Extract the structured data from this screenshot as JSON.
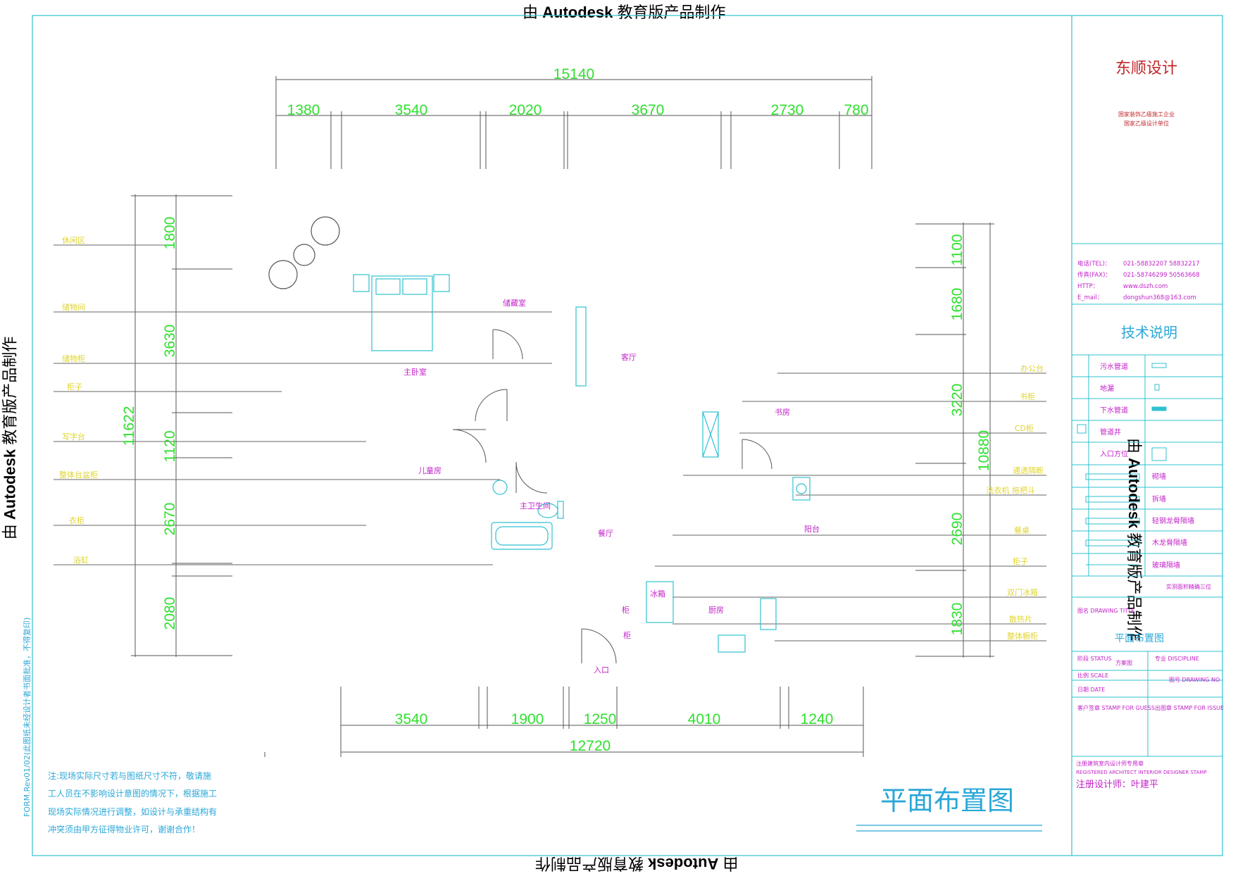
{
  "watermark": {
    "prefix": "由 ",
    "brand": "Autodesk",
    "suffix": " 教育版产品制作"
  },
  "plan_title": "平面布置图",
  "form_note": "FORM.Rev01/02(此图纸未经设计者书面批准，不得复印)",
  "notes": [
    "注:现场实际尺寸若与图纸尺寸不符，敬请施",
    "工人员在不影响设计意图的情况下，根据施工",
    "现场实际情况进行调整，如设计与承重结构有",
    "冲突须由甲方征得物业许可，谢谢合作！"
  ],
  "dims_top_total": "15140",
  "dims_top": [
    "1380",
    "3540",
    "2020",
    "3670",
    "2730",
    "780"
  ],
  "dims_bottom_total": "12720",
  "dims_bottom": [
    "3540",
    "1900",
    "1250",
    "4010",
    "1240"
  ],
  "dims_left_total": "11622",
  "dims_left": [
    "1800",
    "3630",
    "1120",
    "2670",
    "2080"
  ],
  "dims_right_total": "10880",
  "dims_right": [
    "1100",
    "1680",
    "3220",
    "2690",
    "1830"
  ],
  "left_labels": [
    "休闲区",
    "储物间",
    "储物柜",
    "柜子",
    "写字台",
    "整体台盆柜",
    "衣柜",
    "浴缸"
  ],
  "right_labels": [
    "办公台",
    "书柜",
    "CD柜",
    "通透隔断",
    "洗衣机 拖把斗",
    "餐桌",
    "柜子",
    "双门冰箱",
    "散热片",
    "整体橱柜"
  ],
  "rooms": {
    "storage": "储藏室",
    "living": "客厅",
    "master": "主卧室",
    "study": "书房",
    "kids": "儿童房",
    "master_bath": "主卫生间",
    "dining": "餐厅",
    "balcony": "阳台",
    "fridge": "冰箱",
    "cabinet1": "柜",
    "cabinet2": "柜",
    "kitchen": "厨房",
    "entrance": "入口"
  },
  "title_block": {
    "company": "东顺设计",
    "qual1": "国家装饰乙级施工企业",
    "qual2": "国家乙级设计单位",
    "contacts": [
      {
        "label": "电话(TEL)：",
        "value": "021-58832207   58832217"
      },
      {
        "label": "传真(FAX)：",
        "value": "021-58746299   50563668"
      },
      {
        "label": "HTTP：",
        "value": "www.dszh.com"
      },
      {
        "label": "E_mail：",
        "value": "dongshun368@163.com"
      }
    ],
    "tech_title": "技术说明",
    "legend": [
      "污水管道",
      "地漏",
      "下水管道",
      "管道井",
      "入口方位",
      "砌墙",
      "拆墙",
      "轻钢龙骨隔墙",
      "木龙骨隔墙",
      "玻璃隔墙"
    ],
    "area_note": "实测面积精确三位",
    "drawing_title_label": "图名 DRAWING TITLE",
    "drawing_title": "平面布置图",
    "stage_label": "阶段\nSTATUS",
    "stage_value": "方案图",
    "scale_label": "比例 SCALE",
    "date_label": "日期 DATE",
    "discipline_label": "专业\nDISCIPLINE",
    "drawing_no_label": "图号\nDRAWING NO",
    "client_label": "客户签章\nSTAMP FOR GUESS",
    "issue_label": "出图章\nSTAMP FOR ISSUE",
    "stamp_cn": "注册建筑室内设计师专用章",
    "stamp_en": "REGISTERED ARCHITECT INTERIOR DESIGNER STAMP",
    "designer": "注册设计师：叶建平"
  },
  "colors": {
    "frame": "#2fc1cf",
    "dim": "#2ee02e",
    "label": "#e8e033",
    "room": "#c222c8",
    "company": "#c0262a",
    "blue": "#2aa7d8",
    "line": "#5a5a5a"
  }
}
